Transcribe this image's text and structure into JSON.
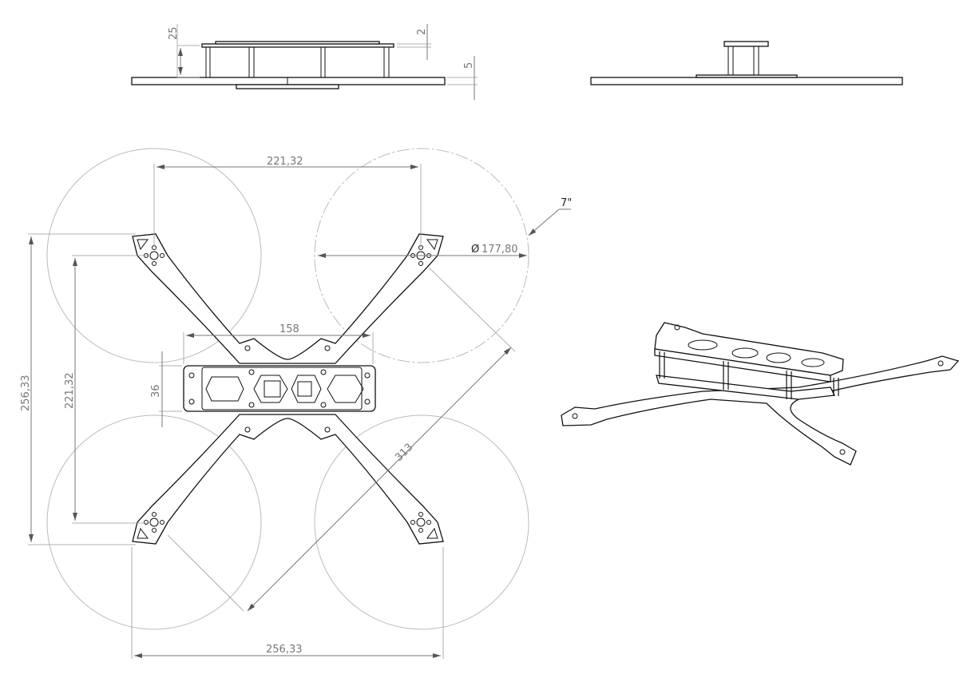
{
  "drawing": {
    "side_view_dims": {
      "stack_height": "25",
      "plate_thickness_top": "2",
      "plate_thickness_bottom": "5"
    },
    "top_view_dims": {
      "motor_spacing_x": "221,32",
      "motor_spacing_y": "221,32",
      "overall_width": "256,33",
      "overall_height": "256,33",
      "body_length": "158",
      "body_width": "36",
      "diagonal_wheelbase": "313",
      "prop_diameter": "177,80",
      "prop_size": "7\"",
      "diameter_symbol": "Ø"
    }
  }
}
